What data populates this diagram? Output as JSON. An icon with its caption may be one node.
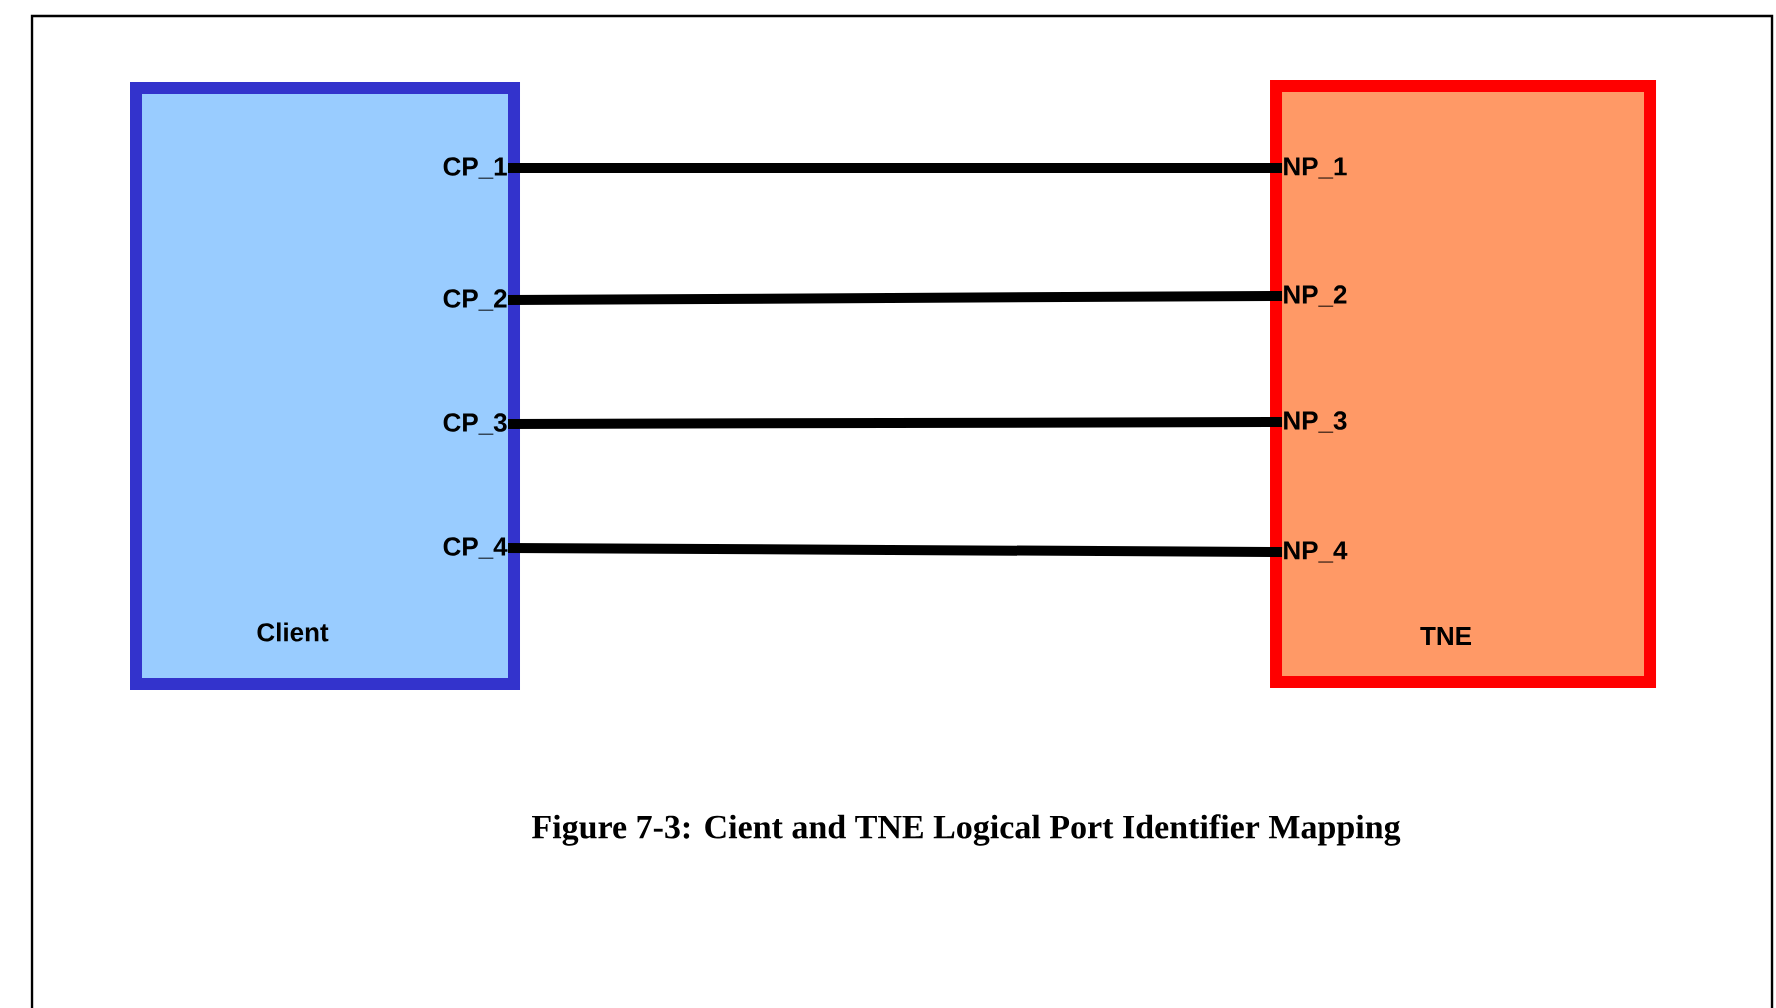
{
  "diagram": {
    "caption": "Figure 7-3: Cient and TNE Logical Port Identifier Mapping",
    "nodes": [
      {
        "text": [
          "Client"
        ]
      },
      {
        "text": [
          "TNE"
        ]
      },
      {
        "text": [
          "CP_1"
        ],
        "in": 0
      },
      {
        "text": [
          "CP_2"
        ],
        "in": 0
      },
      {
        "text": [
          "CP_3"
        ],
        "in": 0
      },
      {
        "text": [
          "CP_4"
        ],
        "in": 0
      },
      {
        "text": [
          "NP_1"
        ],
        "in": 1
      },
      {
        "text": [
          "NP_2"
        ],
        "in": 1
      },
      {
        "text": [
          "NP_3"
        ],
        "in": 1
      },
      {
        "text": [
          "NP_4"
        ],
        "in": 1
      }
    ],
    "edges": [
      {
        "from": 2,
        "to": 6,
        "arrow": "none"
      },
      {
        "from": 3,
        "to": 7,
        "arrow": "none"
      },
      {
        "from": 4,
        "to": 8,
        "arrow": "none"
      },
      {
        "from": 5,
        "to": 9,
        "arrow": "none"
      }
    ]
  }
}
